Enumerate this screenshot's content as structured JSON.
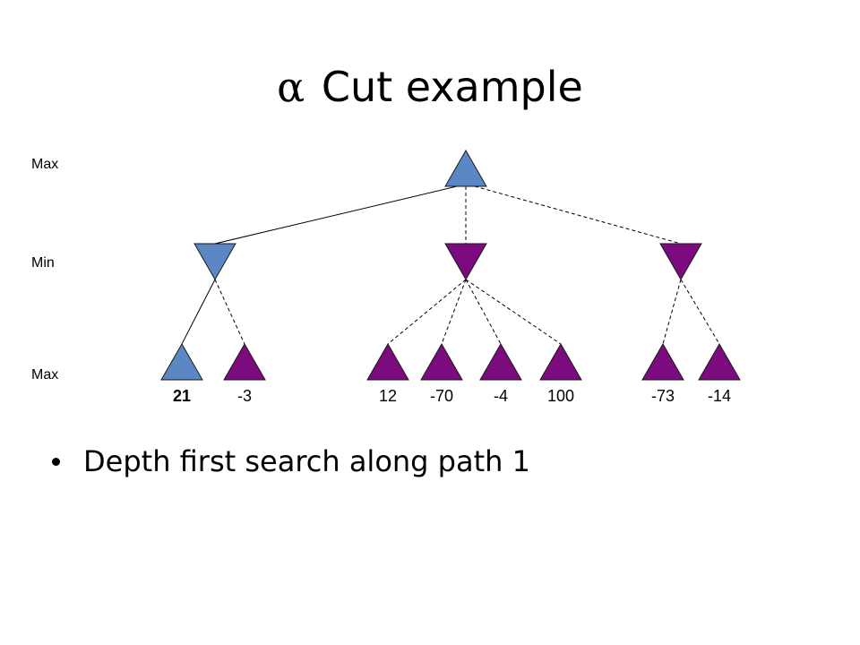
{
  "title": {
    "symbol": "α",
    "text": "Cut example"
  },
  "levels": {
    "top": "Max",
    "middle": "Min",
    "bottom": "Max"
  },
  "colors": {
    "visited": "#5b87c4",
    "unvisited": "#7b0b7e",
    "outline": "#1a1a1a"
  },
  "tree": {
    "root": {
      "type": "max",
      "state": "visited"
    },
    "children": [
      {
        "type": "min",
        "state": "visited",
        "edge": "solid",
        "leaves": [
          {
            "value": "21",
            "state": "visited",
            "edge": "solid",
            "bold": true
          },
          {
            "value": "-3",
            "state": "unvisited",
            "edge": "dashed",
            "bold": false
          }
        ]
      },
      {
        "type": "min",
        "state": "unvisited",
        "edge": "dashed",
        "leaves": [
          {
            "value": "12",
            "state": "unvisited",
            "edge": "dashed",
            "bold": false
          },
          {
            "value": "-70",
            "state": "unvisited",
            "edge": "dashed",
            "bold": false
          },
          {
            "value": "-4",
            "state": "unvisited",
            "edge": "dashed",
            "bold": false
          },
          {
            "value": "100",
            "state": "unvisited",
            "edge": "dashed",
            "bold": false
          }
        ]
      },
      {
        "type": "min",
        "state": "unvisited",
        "edge": "dashed",
        "leaves": [
          {
            "value": "-73",
            "state": "unvisited",
            "edge": "dashed",
            "bold": false
          },
          {
            "value": "-14",
            "state": "unvisited",
            "edge": "dashed",
            "bold": false
          }
        ]
      }
    ]
  },
  "bullet": {
    "text": "Depth first search along path 1"
  }
}
